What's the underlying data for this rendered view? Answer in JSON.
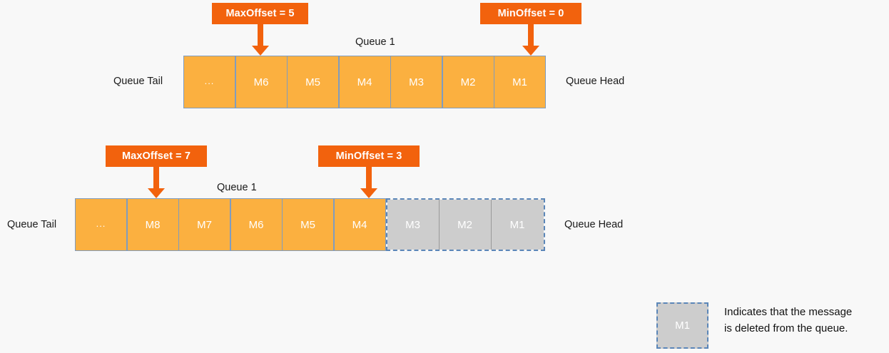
{
  "theme": {
    "background": "#f8f8f8",
    "callout_orange": "#F2620D",
    "cell_orange": "#FBB040",
    "cell_grey": "#cdcdcd",
    "border_blue": "#7f9cbf",
    "dashed_blue": "#5b86b8",
    "text_white": "#ffffff",
    "text_dark": "#1a1a1a"
  },
  "rows": [
    {
      "id": "queue-row-1",
      "title": "Queue 1",
      "tail_label": "Queue Tail",
      "head_label": "Queue Head",
      "max_callout": "MaxOffset = 5",
      "min_callout": "MinOffset = 0",
      "active_cells": [
        "...",
        "M6",
        "M5",
        "M4",
        "M3",
        "M2",
        "M1"
      ],
      "deleted_cells": []
    },
    {
      "id": "queue-row-2",
      "title": "Queue 1",
      "tail_label": "Queue Tail",
      "head_label": "Queue Head",
      "max_callout": "MaxOffset = 7",
      "min_callout": "MinOffset = 3",
      "active_cells": [
        "...",
        "M8",
        "M7",
        "M6",
        "M5",
        "M4"
      ],
      "deleted_cells": [
        "M3",
        "M2",
        "M1"
      ]
    }
  ],
  "legend": {
    "swatch_label": "M1",
    "line1": "Indicates that the message",
    "line2": "is deleted from the queue."
  }
}
